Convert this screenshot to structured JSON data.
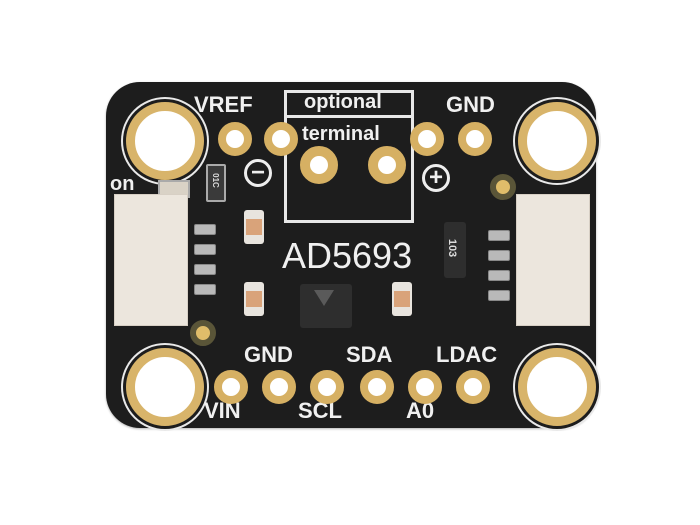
{
  "board": {
    "chip_name": "AD5693",
    "top_labels": {
      "vref": "VREF",
      "optional": "optional",
      "terminal": "terminal",
      "gnd": "GND",
      "minus": "−",
      "plus": "+",
      "on": "on"
    },
    "bottom_labels": {
      "gnd": "GND",
      "sda": "SDA",
      "ldac": "LDAC",
      "vin": "VIN",
      "scl": "SCL",
      "a0": "A0"
    },
    "resistor_array_marking": "103",
    "small_resistor_marking": "01C",
    "colors": {
      "pcb": "#1d1d1d",
      "gold": "#d6b063",
      "silkscreen": "#f0f0f0",
      "connector": "#ece6dd"
    }
  }
}
